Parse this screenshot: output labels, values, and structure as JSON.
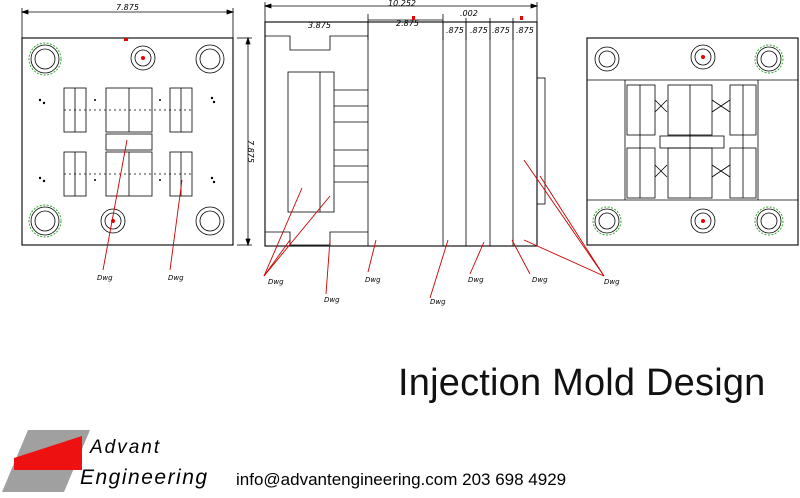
{
  "title": "Injection Mold Design",
  "company": {
    "line1": "Advant",
    "line2": "Engineering"
  },
  "contact": "info@advantengineering.com 203 698 4929",
  "dimensions": {
    "left_width": "7.875",
    "left_height": "7.875",
    "total": "10.252",
    "d1": "3.875",
    "d2": "2.875",
    "d3": ".002",
    "d4": ".875",
    "d5": ".875",
    "d6": ".875",
    "d7": ".875"
  },
  "callout_label": "Dwg",
  "colors": {
    "line": "#000000",
    "leader": "#cc0000",
    "accent": "#e60000",
    "ring": "#33aa33"
  }
}
